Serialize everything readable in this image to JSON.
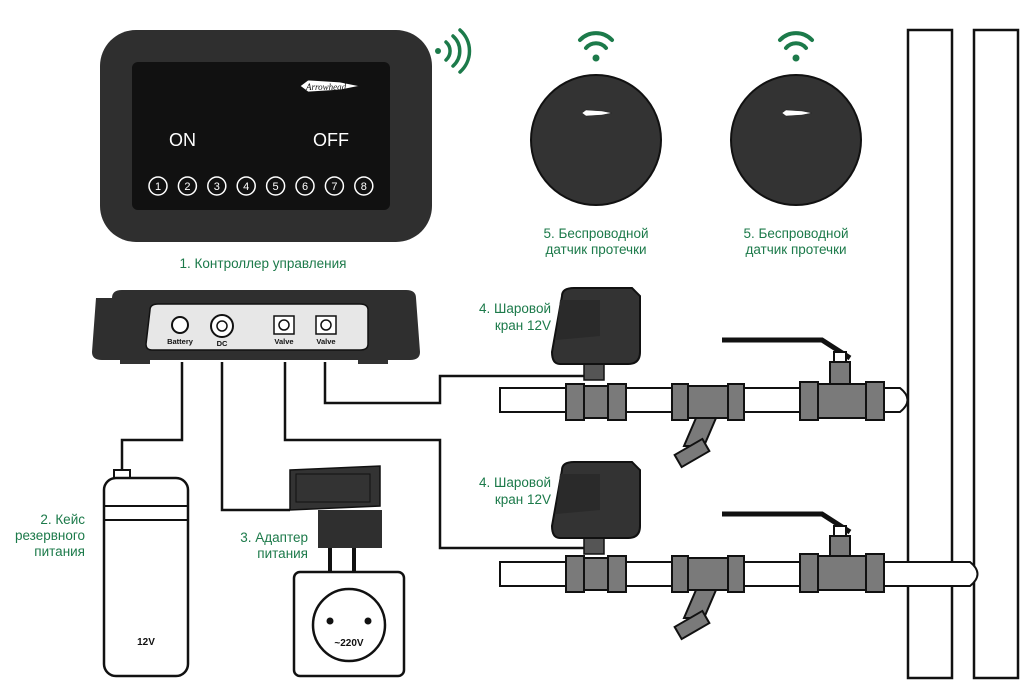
{
  "controller": {
    "on_label": "ON",
    "off_label": "OFF",
    "zones": [
      "1",
      "2",
      "3",
      "4",
      "5",
      "6",
      "7",
      "8"
    ],
    "brand": "Arrowhead",
    "caption": "1. Контроллер управления"
  },
  "base_unit": {
    "ports": [
      "Battery",
      "DC",
      "Valve",
      "Valve"
    ]
  },
  "sensors": [
    {
      "caption_line1": "5. Беспроводной",
      "caption_line2": "датчик протечки",
      "brand": "Arrowhead"
    },
    {
      "caption_line1": "5. Беспроводной",
      "caption_line2": "датчик протечки",
      "brand": "Arrowhead"
    }
  ],
  "battery": {
    "caption_line1": "2. Кейс",
    "caption_line2": "резервного",
    "caption_line3": "питания",
    "voltage": "12V"
  },
  "adapter": {
    "caption_line1": "3. Адаптер",
    "caption_line2": "питания",
    "socket_voltage": "~220V"
  },
  "valves": [
    {
      "caption_line1": "4. Шаровой",
      "caption_line2": "кран 12V"
    },
    {
      "caption_line1": "4. Шаровой",
      "caption_line2": "кран 12V"
    }
  ],
  "colors": {
    "accent_green": "#1c7a4a",
    "device_dark": "#333333",
    "screen_black": "#111111",
    "pipe_gray": "#7a7a7a"
  }
}
